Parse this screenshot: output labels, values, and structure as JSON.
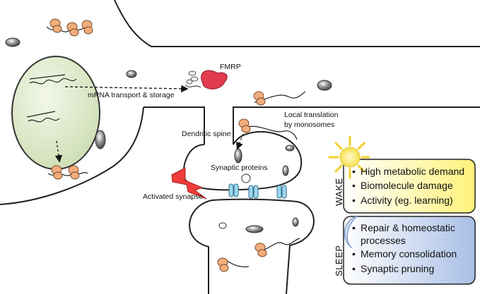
{
  "labels": {
    "fmrp": "FMRP",
    "mrna_transport": "mRNA transport & storage",
    "local_translation_1": "Local translation",
    "local_translation_2": "by monosomes",
    "dendritic_spine": "Dendritic spine",
    "synaptic_proteins": "Synaptic proteins",
    "activated_synapse": "Activated synapse"
  },
  "wake_panel": {
    "title": "WAKE",
    "items": [
      "High metabolic demand",
      "Biomolecule damage",
      "Activity (eg. learning)"
    ]
  },
  "sleep_panel": {
    "title": "SLEEP",
    "items": [
      "Repair & homeostatic",
      "processes",
      "Memory consolidation",
      "Synaptic pruning"
    ]
  },
  "colors": {
    "nucleus": "#dfe9cf",
    "ribosome": "#f2ad7c",
    "fmrp": "#e23a4e",
    "receptor": "#9fd7ee",
    "lightning": "#ef3b3b",
    "wake_fill": "#fff7b0",
    "sleep_fill": "#c9d7f0"
  }
}
